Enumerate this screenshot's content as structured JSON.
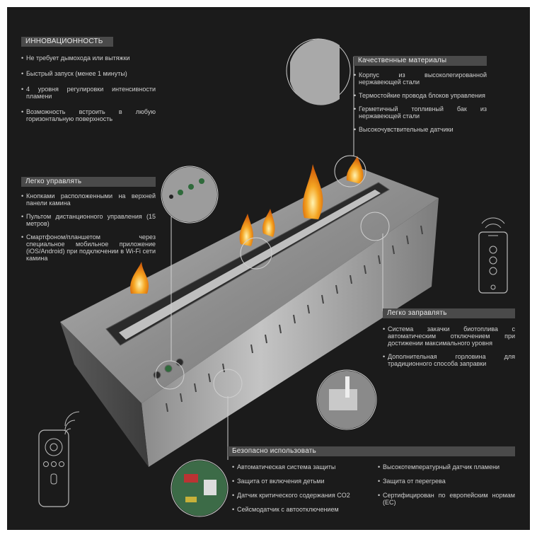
{
  "innovation": {
    "title": "ИННОВАЦИОННОСТЬ",
    "items": [
      "Не требует дымохода или вытяжки",
      "Быстрый запуск (менее 1 минуты)",
      "4 уровня регулировки интенсивности пламени",
      "Возможность встроить в любую горизонтальную поверхность"
    ]
  },
  "materials": {
    "title": "Качественные материалы",
    "items": [
      "Корпус из высоколегированной нержавеющей стали",
      "Термостойкие провода блоков управления",
      "Герметичный топливный бак из нержавеющей стали",
      "Высокочувствительные датчики"
    ]
  },
  "control": {
    "title": "Легко управлять",
    "items": [
      "Кнопками расположенными на верхней панели камина",
      "Пультом дистанционного управления (15 метров)",
      "Смартфоном/планшетом через специальное мобильное приложение (iOS/Android) при подключении в Wi-Fi сети камина"
    ]
  },
  "refuel": {
    "title": "Легко заправлять",
    "items": [
      "Система закачки биотоплива с автоматическим отключением при достижении максимального уровня",
      "Дополнительная горловина для традиционного способа заправки"
    ]
  },
  "safety": {
    "title": "Безопасно использовать",
    "left_items": [
      "Автоматическая система защиты",
      "Защита от включения детьми",
      "Датчик критического содержания CO2",
      "Сейсмодатчик с автоотключением"
    ],
    "right_items": [
      "Высокотемпературный датчик пламени",
      "Защита от перегрева",
      "Сертифицирован по европейским нормам (ЕС)"
    ]
  },
  "icons": {
    "remote": "remote-control-icon",
    "phone": "smartphone-icon",
    "wifi": "wireless-signal-icon"
  },
  "colors": {
    "background": "#1b1b1b",
    "header_bar": "#4a4a4a",
    "text": "#cfcfcf",
    "flame": "#f5a623",
    "steel": "#9a9a9a"
  }
}
